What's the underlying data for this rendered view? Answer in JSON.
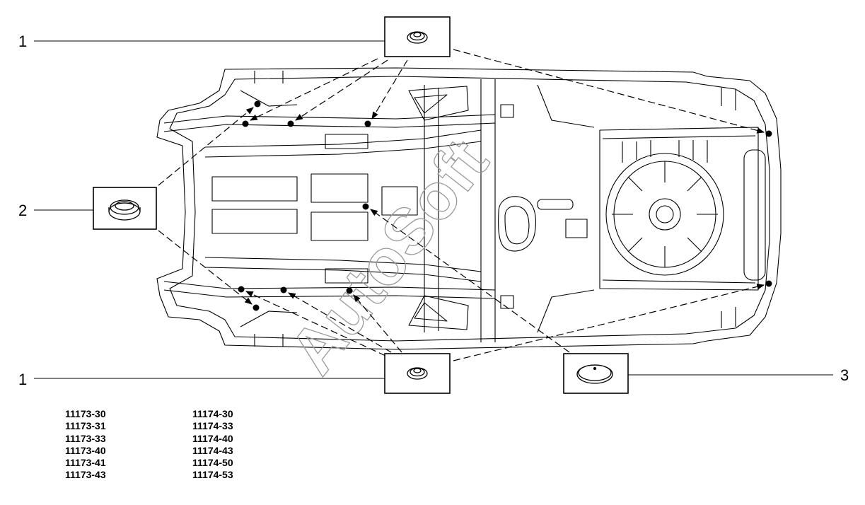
{
  "callouts": [
    {
      "id": "callout-1-top",
      "number": "1"
    },
    {
      "id": "callout-2",
      "number": "2"
    },
    {
      "id": "callout-1-bottom",
      "number": "1"
    },
    {
      "id": "callout-3",
      "number": "3"
    }
  ],
  "watermark": "AutoSoft",
  "model_codes": {
    "column1": [
      "11173-30",
      "11173-31",
      "11173-33",
      "11173-40",
      "11173-41",
      "11173-43"
    ],
    "column2": [
      "11174-30",
      "11174-33",
      "11174-40",
      "11174-43",
      "11174-50",
      "11174-53"
    ]
  }
}
